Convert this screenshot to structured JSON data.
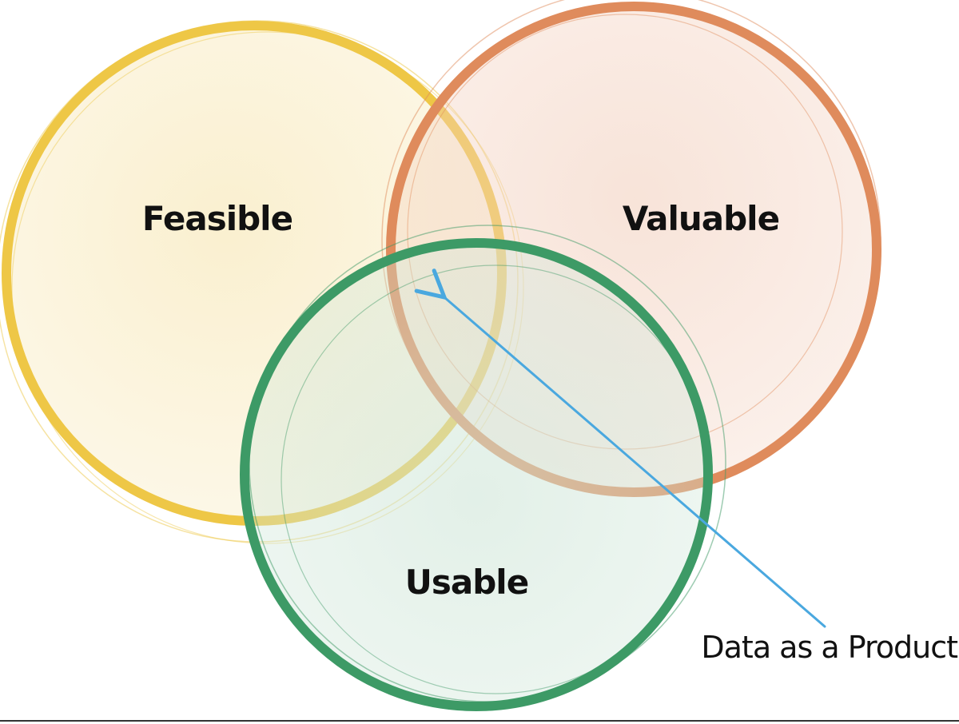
{
  "diagram": {
    "circles": [
      {
        "id": "feasible",
        "label": "Feasible",
        "stroke": "#eec746",
        "fill": "#f6e3a8"
      },
      {
        "id": "valuable",
        "label": "Valuable",
        "stroke": "#df8b5c",
        "fill": "#f3d1bf"
      },
      {
        "id": "usable",
        "label": "Usable",
        "stroke": "#3d9a66",
        "fill": "#cfe6d8"
      }
    ],
    "callout": {
      "label": "Data as a Product",
      "arrow_color": "#4aa8df"
    }
  }
}
